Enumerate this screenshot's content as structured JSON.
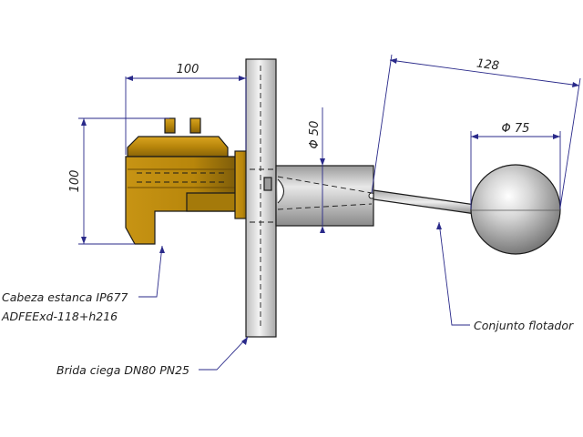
{
  "dimensions": {
    "head_width": "100",
    "head_height": "100",
    "shaft_diameter": "Φ 50",
    "arm_length": "128",
    "float_diameter": "Φ 75"
  },
  "labels": {
    "head_line1": "Cabeza estanca IP677",
    "head_line2": "ADFEExd-118+h216",
    "flange": "Brida ciega DN80 PN25",
    "float": "Conjunto flotador"
  },
  "colors": {
    "head_body": "#b8860b",
    "head_dark": "#7a5a0a",
    "metal_light": "#e6e6e6",
    "metal_mid": "#c8c8c8",
    "metal_dark": "#8c8c8c",
    "dimension_line": "#2a2a8a"
  }
}
